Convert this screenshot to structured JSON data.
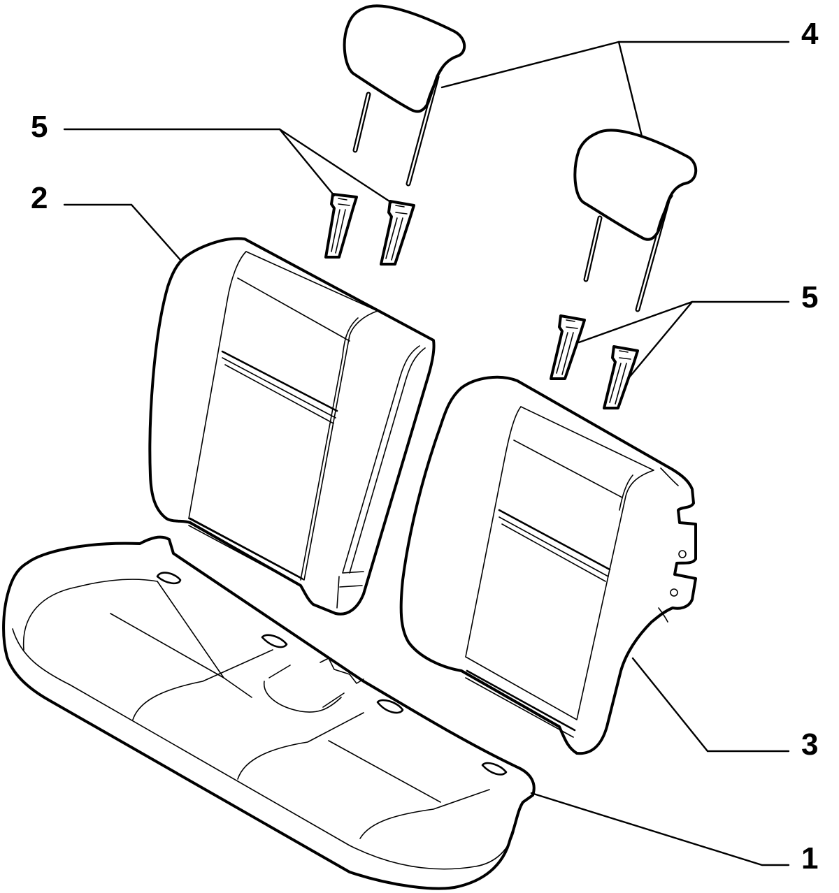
{
  "callouts": {
    "seat_cushion": "1",
    "left_backrest": "2",
    "right_backrest": "3",
    "headrests": "4",
    "guides_left": "5",
    "guides_right": "5"
  }
}
